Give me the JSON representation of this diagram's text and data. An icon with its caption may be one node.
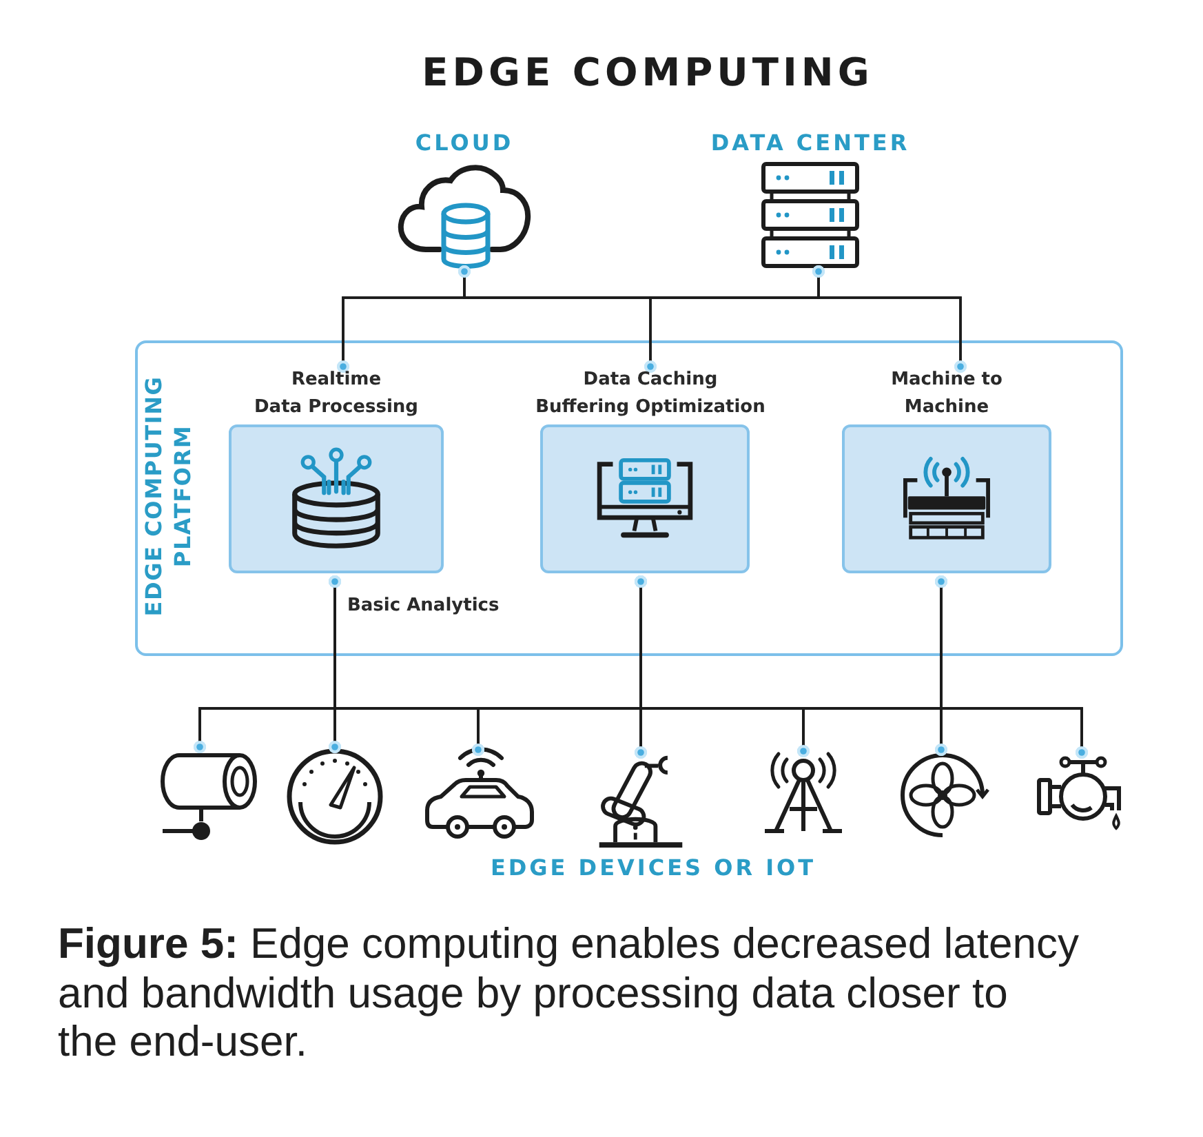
{
  "diagram": {
    "title": "EDGE COMPUTING",
    "caption": "**Figure 5:** Edge computing enables decreased latency and bandwidth usage by processing data closer to the end-user.",
    "nodes": [
      {
        "text": [
          "CLOUD"
        ]
      },
      {
        "text": [
          "DATA CENTER"
        ]
      },
      {
        "text": [
          "EDGE COMPUTING PLATFORM"
        ]
      },
      {
        "text": [
          "Realtime Data Processing"
        ],
        "in": 2,
        "beside": [
          "Basic Analytics"
        ]
      },
      {
        "text": [
          "Data Caching Buffering Optimization"
        ],
        "in": 2
      },
      {
        "text": [
          "Machine to Machine"
        ],
        "in": 2
      },
      {
        "text": [],
        "shape": "picture"
      },
      {
        "text": [],
        "shape": "picture"
      },
      {
        "text": [],
        "shape": "picture"
      },
      {
        "text": [],
        "shape": "picture"
      },
      {
        "text": [],
        "shape": "picture"
      },
      {
        "text": [],
        "shape": "picture"
      },
      {
        "text": [],
        "shape": "picture"
      }
    ],
    "edges": [
      {
        "from": 0,
        "to": 3,
        "arrow": "other"
      },
      {
        "from": 0,
        "to": 4,
        "arrow": "other"
      },
      {
        "from": 0,
        "to": 5,
        "arrow": "other"
      },
      {
        "from": 1,
        "to": 3,
        "arrow": "other"
      },
      {
        "from": 1,
        "to": 4,
        "arrow": "other"
      },
      {
        "from": 1,
        "to": 5,
        "arrow": "other"
      },
      {
        "from": 6,
        "to": 3,
        "arrow": "other"
      },
      {
        "from": 6,
        "to": 4,
        "arrow": "other"
      },
      {
        "from": 6,
        "to": 5,
        "arrow": "other"
      },
      {
        "from": 7,
        "to": 3,
        "arrow": "other"
      },
      {
        "from": 7,
        "to": 4,
        "arrow": "other"
      },
      {
        "from": 7,
        "to": 5,
        "arrow": "other"
      },
      {
        "from": 8,
        "to": 3,
        "arrow": "other"
      },
      {
        "from": 8,
        "to": 4,
        "arrow": "other"
      },
      {
        "from": 8,
        "to": 5,
        "arrow": "other"
      },
      {
        "from": 9,
        "to": 3,
        "arrow": "other"
      },
      {
        "from": 9,
        "to": 4,
        "arrow": "other"
      },
      {
        "from": 9,
        "to": 5,
        "arrow": "other"
      },
      {
        "from": 10,
        "to": 3,
        "arrow": "other"
      },
      {
        "from": 10,
        "to": 4,
        "arrow": "other"
      },
      {
        "from": 10,
        "to": 5,
        "arrow": "other"
      },
      {
        "from": 11,
        "to": 3,
        "arrow": "other"
      },
      {
        "from": 11,
        "to": 4,
        "arrow": "other"
      },
      {
        "from": 11,
        "to": 5,
        "arrow": "other"
      },
      {
        "from": 12,
        "to": 3,
        "arrow": "other"
      },
      {
        "from": 12,
        "to": 4,
        "arrow": "other"
      },
      {
        "from": 12,
        "to": 5,
        "arrow": "other"
      }
    ],
    "labels": [
      "EDGE DEVICES OR IOT"
    ]
  }
}
